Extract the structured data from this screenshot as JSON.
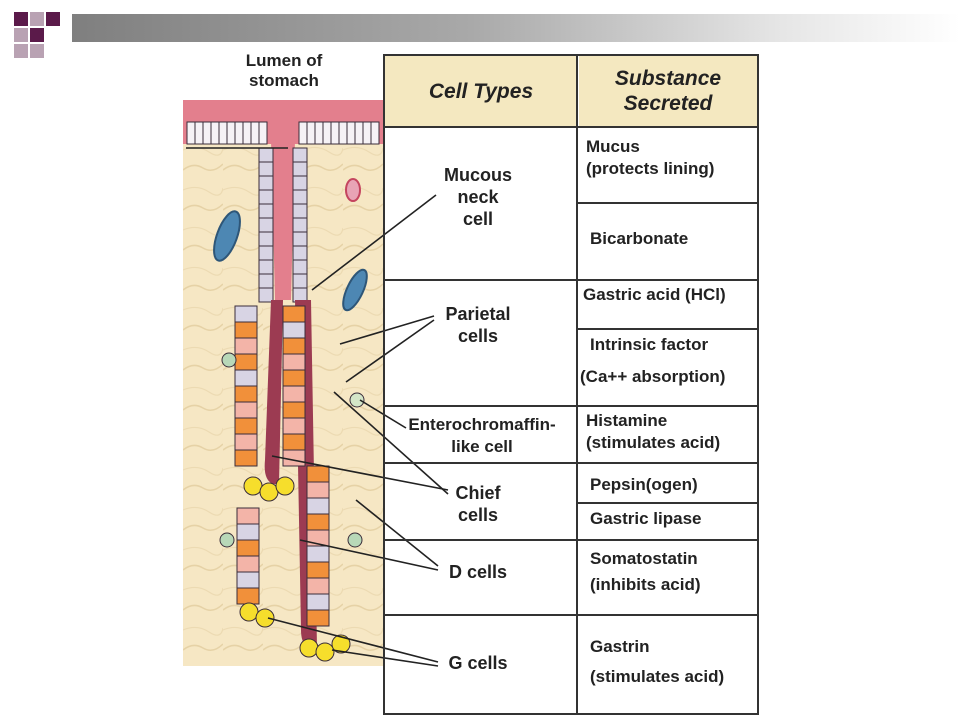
{
  "colors": {
    "header_bg": "#f4e8c0",
    "deco_purple": "#5b1a4a",
    "deco_light": "#b9a2b3",
    "epithelium_pink": "#f1c7c0",
    "cell_lavender": "#d8d4e4",
    "parietal_orange": "#f1903a",
    "chief_pink": "#f3b4a8",
    "g_cell_yellow": "#f6de2c",
    "tissue_tan": "#f6e7c4",
    "vessel_blue": "#4d87b3"
  },
  "figure": {
    "lumen_label_line1": "Lumen of",
    "lumen_label_line2": "stomach"
  },
  "table": {
    "header_cell_types_line1": "Cell Types",
    "header_substance_line1": "Substance",
    "header_substance_line2": "Secreted",
    "rows": [
      {
        "cell_label": [
          "Mucous",
          "neck",
          "cell"
        ],
        "substances": [
          [
            "Mucus",
            "(protects lining)"
          ],
          [
            "Bicarbonate"
          ]
        ]
      },
      {
        "cell_label": [
          "Parietal",
          "cells"
        ],
        "substances": [
          [
            "Gastric acid (HCl)"
          ],
          [
            "Intrinsic factor",
            "(Ca++ absorption)"
          ]
        ]
      },
      {
        "cell_label": [
          "Enterochromaffin-",
          "like cell"
        ],
        "substances": [
          [
            "Histamine",
            "(stimulates acid)"
          ]
        ]
      },
      {
        "cell_label": [
          "Chief",
          "cells"
        ],
        "substances": [
          [
            "Pepsin(ogen)"
          ],
          [
            "Gastric lipase"
          ]
        ]
      },
      {
        "cell_label": [
          "D cells"
        ],
        "substances": [
          [
            "Somatostatin",
            "(inhibits acid)"
          ]
        ]
      },
      {
        "cell_label": [
          "G cells"
        ],
        "substances": [
          [
            "Gastrin",
            "(stimulates acid)"
          ]
        ]
      }
    ]
  }
}
